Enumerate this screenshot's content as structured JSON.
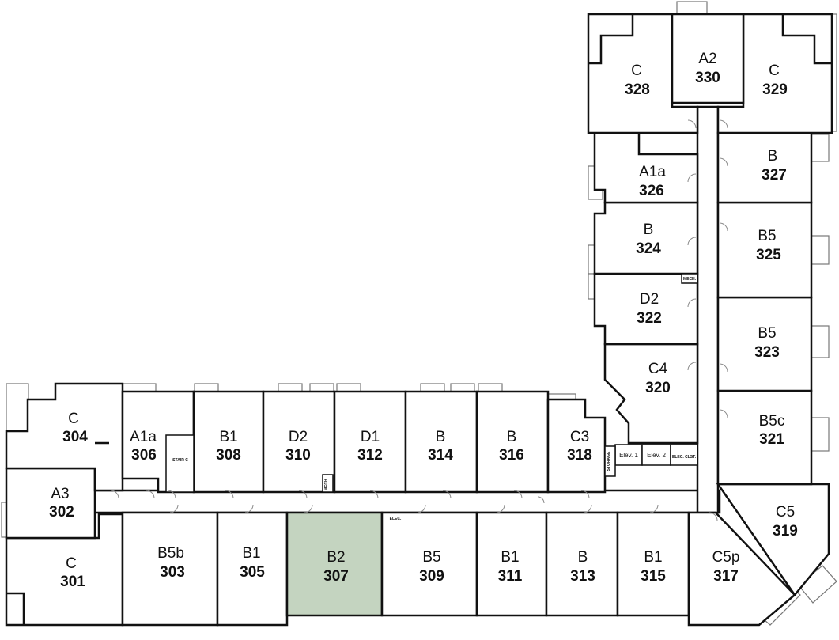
{
  "floor_plan": {
    "selected_unit": "307",
    "colors": {
      "wall": "#111111",
      "selected_fill": "#c4d4c0",
      "background": "#ffffff",
      "balcony": "#777777"
    },
    "units": [
      {
        "number": "301",
        "type": "C"
      },
      {
        "number": "302",
        "type": "A3"
      },
      {
        "number": "303",
        "type": "B5b"
      },
      {
        "number": "304",
        "type": "C"
      },
      {
        "number": "305",
        "type": "B1"
      },
      {
        "number": "306",
        "type": "A1a"
      },
      {
        "number": "307",
        "type": "B2"
      },
      {
        "number": "308",
        "type": "B1"
      },
      {
        "number": "309",
        "type": "B5"
      },
      {
        "number": "310",
        "type": "D2"
      },
      {
        "number": "311",
        "type": "B1"
      },
      {
        "number": "312",
        "type": "D1"
      },
      {
        "number": "313",
        "type": "B"
      },
      {
        "number": "314",
        "type": "B"
      },
      {
        "number": "315",
        "type": "B1"
      },
      {
        "number": "316",
        "type": "B"
      },
      {
        "number": "317",
        "type": "C5p"
      },
      {
        "number": "318",
        "type": "C3"
      },
      {
        "number": "319",
        "type": "C5"
      },
      {
        "number": "320",
        "type": "C4"
      },
      {
        "number": "321",
        "type": "B5c"
      },
      {
        "number": "322",
        "type": "D2"
      },
      {
        "number": "323",
        "type": "B5"
      },
      {
        "number": "324",
        "type": "B"
      },
      {
        "number": "325",
        "type": "B5"
      },
      {
        "number": "326",
        "type": "A1a"
      },
      {
        "number": "327",
        "type": "B"
      },
      {
        "number": "328",
        "type": "C"
      },
      {
        "number": "329",
        "type": "C"
      },
      {
        "number": "330",
        "type": "A2"
      }
    ],
    "service_labels": {
      "stair_c": "STAIR C",
      "elev_1": "Elev. 1",
      "elev_2": "Elev. 2",
      "elec_closet": "ELEC. CLST.",
      "elec": "ELEC.",
      "mech": "MECH.",
      "mech_2": "MECH.",
      "storage": "STORAGE"
    }
  }
}
